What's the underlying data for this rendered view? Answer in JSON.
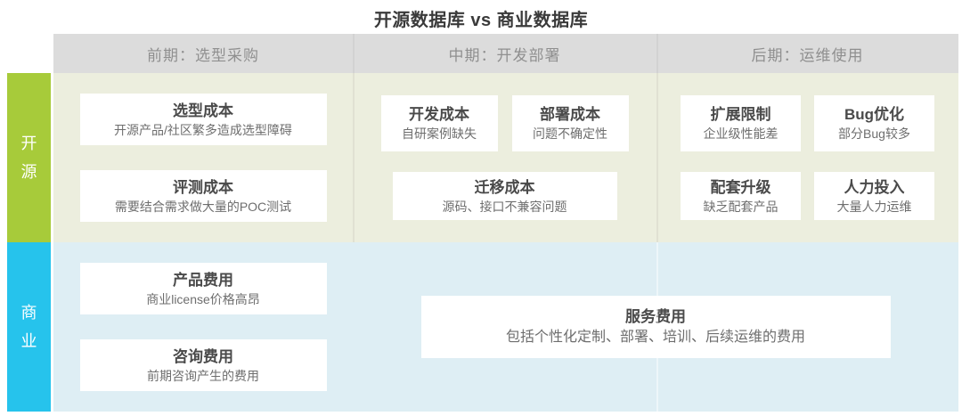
{
  "title": "开源数据库 vs 商业数据库",
  "header": {
    "columns": [
      "前期：选型采购",
      "中期：开发部署",
      "后期：运维使用"
    ]
  },
  "rows": {
    "opensource": {
      "label": "开源",
      "phase1": [
        {
          "title": "选型成本",
          "desc": "开源产品/社区繁多造成选型障碍"
        },
        {
          "title": "评测成本",
          "desc": "需要结合需求做大量的POC测试"
        }
      ],
      "phase2": {
        "top": [
          {
            "title": "开发成本",
            "desc": "自研案例缺失"
          },
          {
            "title": "部署成本",
            "desc": "问题不确定性"
          }
        ],
        "bottom": {
          "title": "迁移成本",
          "desc": "源码、接口不兼容问题"
        }
      },
      "phase3": {
        "top": [
          {
            "title": "扩展限制",
            "desc": "企业级性能差"
          },
          {
            "title": "Bug优化",
            "desc": "部分Bug较多"
          }
        ],
        "bottom": [
          {
            "title": "配套升级",
            "desc": "缺乏配套产品"
          },
          {
            "title": "人力投入",
            "desc": "大量人力运维"
          }
        ]
      }
    },
    "commercial": {
      "label": "商业",
      "phase1": [
        {
          "title": "产品费用",
          "desc": "商业license价格高昂"
        },
        {
          "title": "咨询费用",
          "desc": "前期咨询产生的费用"
        }
      ],
      "merged": {
        "title": "服务费用",
        "desc": "包括个性化定制、部署、培训、后续运维的费用"
      }
    }
  },
  "colors": {
    "opensource_accent": "#a7cb3a",
    "commercial_accent": "#26c3ec",
    "header_bg": "#dcdcdc",
    "opensource_row_bg": "#eceede",
    "commercial_row_bg": "#deeef4"
  }
}
